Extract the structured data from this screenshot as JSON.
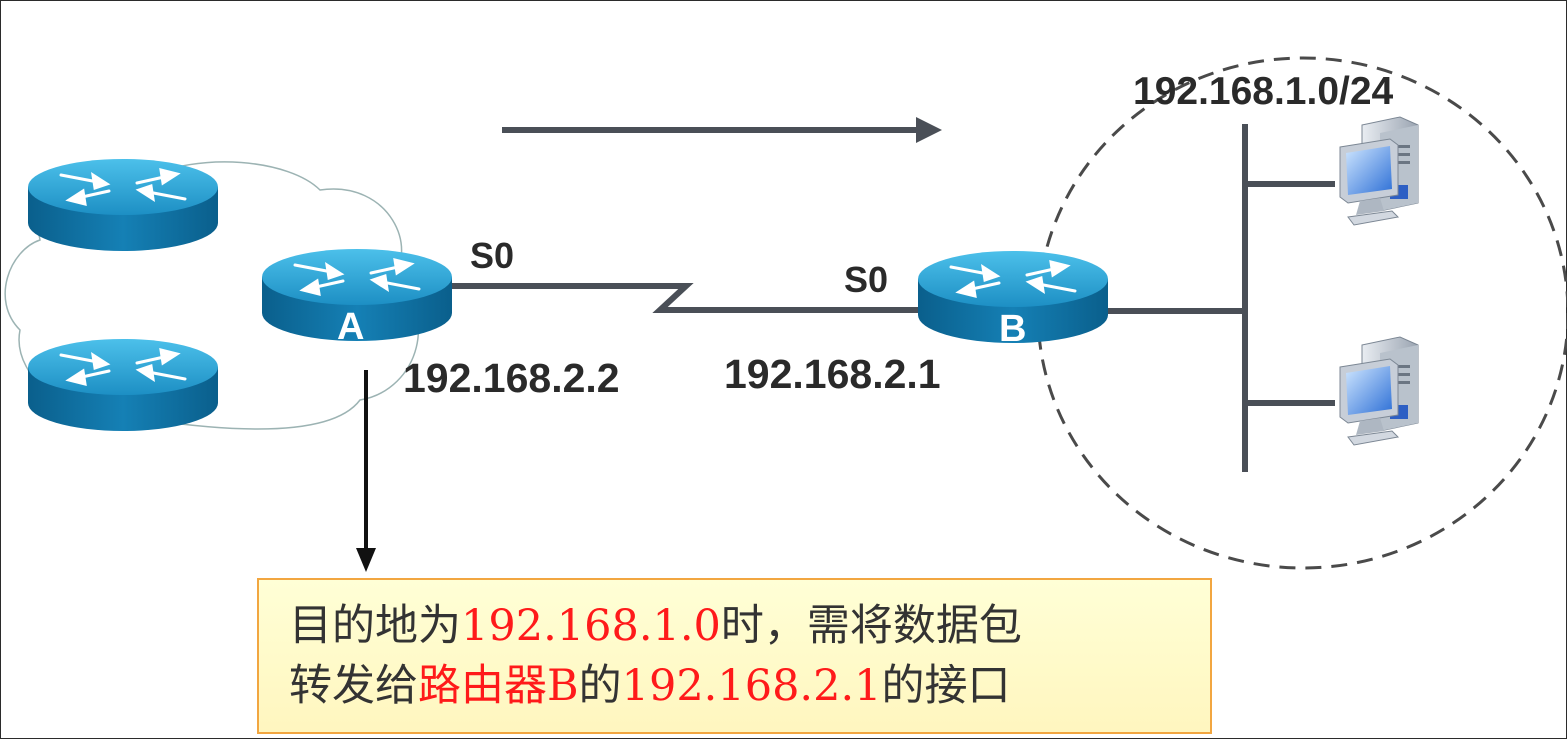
{
  "colors": {
    "router_top": "#29a0d4",
    "router_side": "#0c6fa0",
    "link": "#4a4f57",
    "highlight": "#ff1a1a",
    "note_border": "#f2a640",
    "note_bg": "#fff9c8"
  },
  "icons": {
    "router": "router-icon",
    "pc": "pc-icon",
    "cloud": "cloud-icon"
  },
  "network": {
    "destination_subnet": "192.168.1.0/24"
  },
  "router_a": {
    "letter": "A",
    "interface": "S0",
    "ip": "192.168.2.2"
  },
  "router_b": {
    "letter": "B",
    "interface": "S0",
    "ip": "192.168.2.1"
  },
  "note": {
    "line1": [
      {
        "text": "目的地为",
        "style": "normal"
      },
      {
        "text": "192.168.1.0",
        "style": "red"
      },
      {
        "text": "时，需将数据包",
        "style": "normal"
      }
    ],
    "line2": [
      {
        "text": "转发给",
        "style": "normal"
      },
      {
        "text": "路由器B",
        "style": "red"
      },
      {
        "text": "的",
        "style": "normal"
      },
      {
        "text": "192.168.2.1",
        "style": "red"
      },
      {
        "text": "的接口",
        "style": "normal"
      }
    ]
  }
}
